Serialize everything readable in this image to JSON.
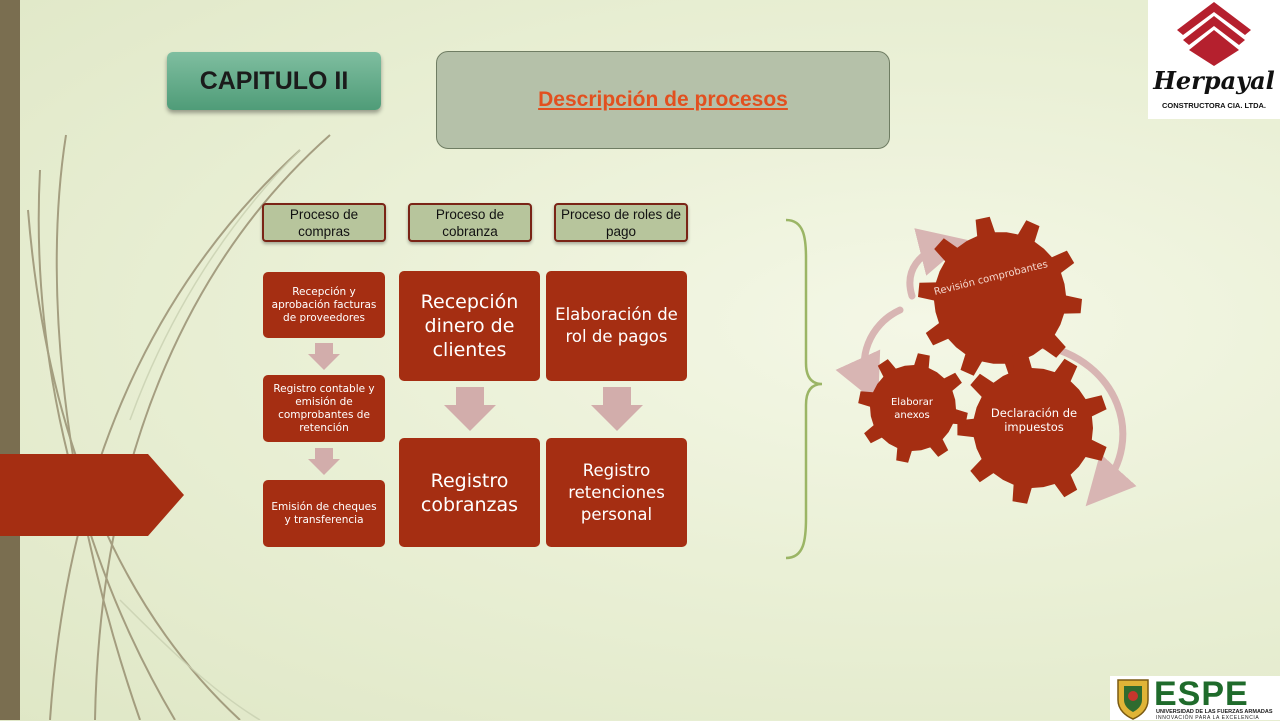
{
  "chapter": {
    "label": "CAPITULO II"
  },
  "section": {
    "title": "Descripción de procesos"
  },
  "logos": {
    "herpayal_name": "Herpayal",
    "herpayal_sub": "CONSTRUCTORA CIA. LTDA.",
    "espe_name": "ESPE",
    "espe_sub1": "UNIVERSIDAD DE LAS FUERZAS ARMADAS",
    "espe_sub2": "INNOVACIÓN PARA LA EXCELENCIA"
  },
  "processes": [
    {
      "header": "Proceso de compras",
      "steps": [
        "Recepción y aprobación facturas de proveedores",
        "Registro contable y emisión de comprobantes de retención",
        "Emisión de cheques y transferencia"
      ]
    },
    {
      "header": "Proceso de cobranza",
      "steps": [
        "Recepción dinero de clientes",
        "Registro cobranzas"
      ]
    },
    {
      "header": "Proceso de roles de pago",
      "steps": [
        "Elaboración de rol de pagos",
        "Registro retenciones personal"
      ]
    }
  ],
  "gear_cycle": [
    "Revisión comprobantes",
    "Declaración de impuestos",
    "Elaborar anexos"
  ],
  "colors": {
    "step_fill": "#a52e12",
    "gear_fill": "#a52e12",
    "arrow_fill": "#d2adab",
    "header_fill": "#b7c59c",
    "title_color": "#e2501f"
  }
}
